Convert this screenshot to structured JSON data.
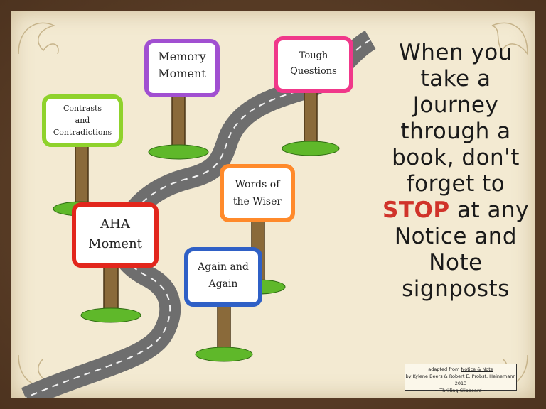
{
  "signs": [
    {
      "key": "memory",
      "lines": [
        "Memory",
        "Moment"
      ],
      "border": "#a14fd1"
    },
    {
      "key": "tough",
      "lines": [
        "Tough",
        "Questions"
      ],
      "border": "#f0388a"
    },
    {
      "key": "contrasts",
      "lines": [
        "Contrasts",
        "and",
        "Contradictions"
      ],
      "border": "#8fd22c"
    },
    {
      "key": "words",
      "lines": [
        "Words of",
        "the Wiser"
      ],
      "border": "#ff8a2b"
    },
    {
      "key": "aha",
      "lines": [
        "AHA",
        "Moment"
      ],
      "border": "#e2261c"
    },
    {
      "key": "again",
      "lines": [
        "Again and",
        "Again"
      ],
      "border": "#2f60c6"
    }
  ],
  "headline": {
    "before": "When you take a Journey through a book, don't forget to",
    "stop": "STOP",
    "after": "at any Notice and Note signposts"
  },
  "credit": {
    "line1_prefix": "adapted from",
    "line1_title": "Notice & Note",
    "line2": "by Kylene Beers & Robert E. Probst, Heinemann 2013",
    "line3": "~ Thrilling Clipboard ~"
  },
  "colors": {
    "paper": "#f3ead2",
    "frame": "#5a3d27",
    "road": "#6e6e6e",
    "post": "#8a6a3a",
    "grass": "#5fb82a"
  }
}
